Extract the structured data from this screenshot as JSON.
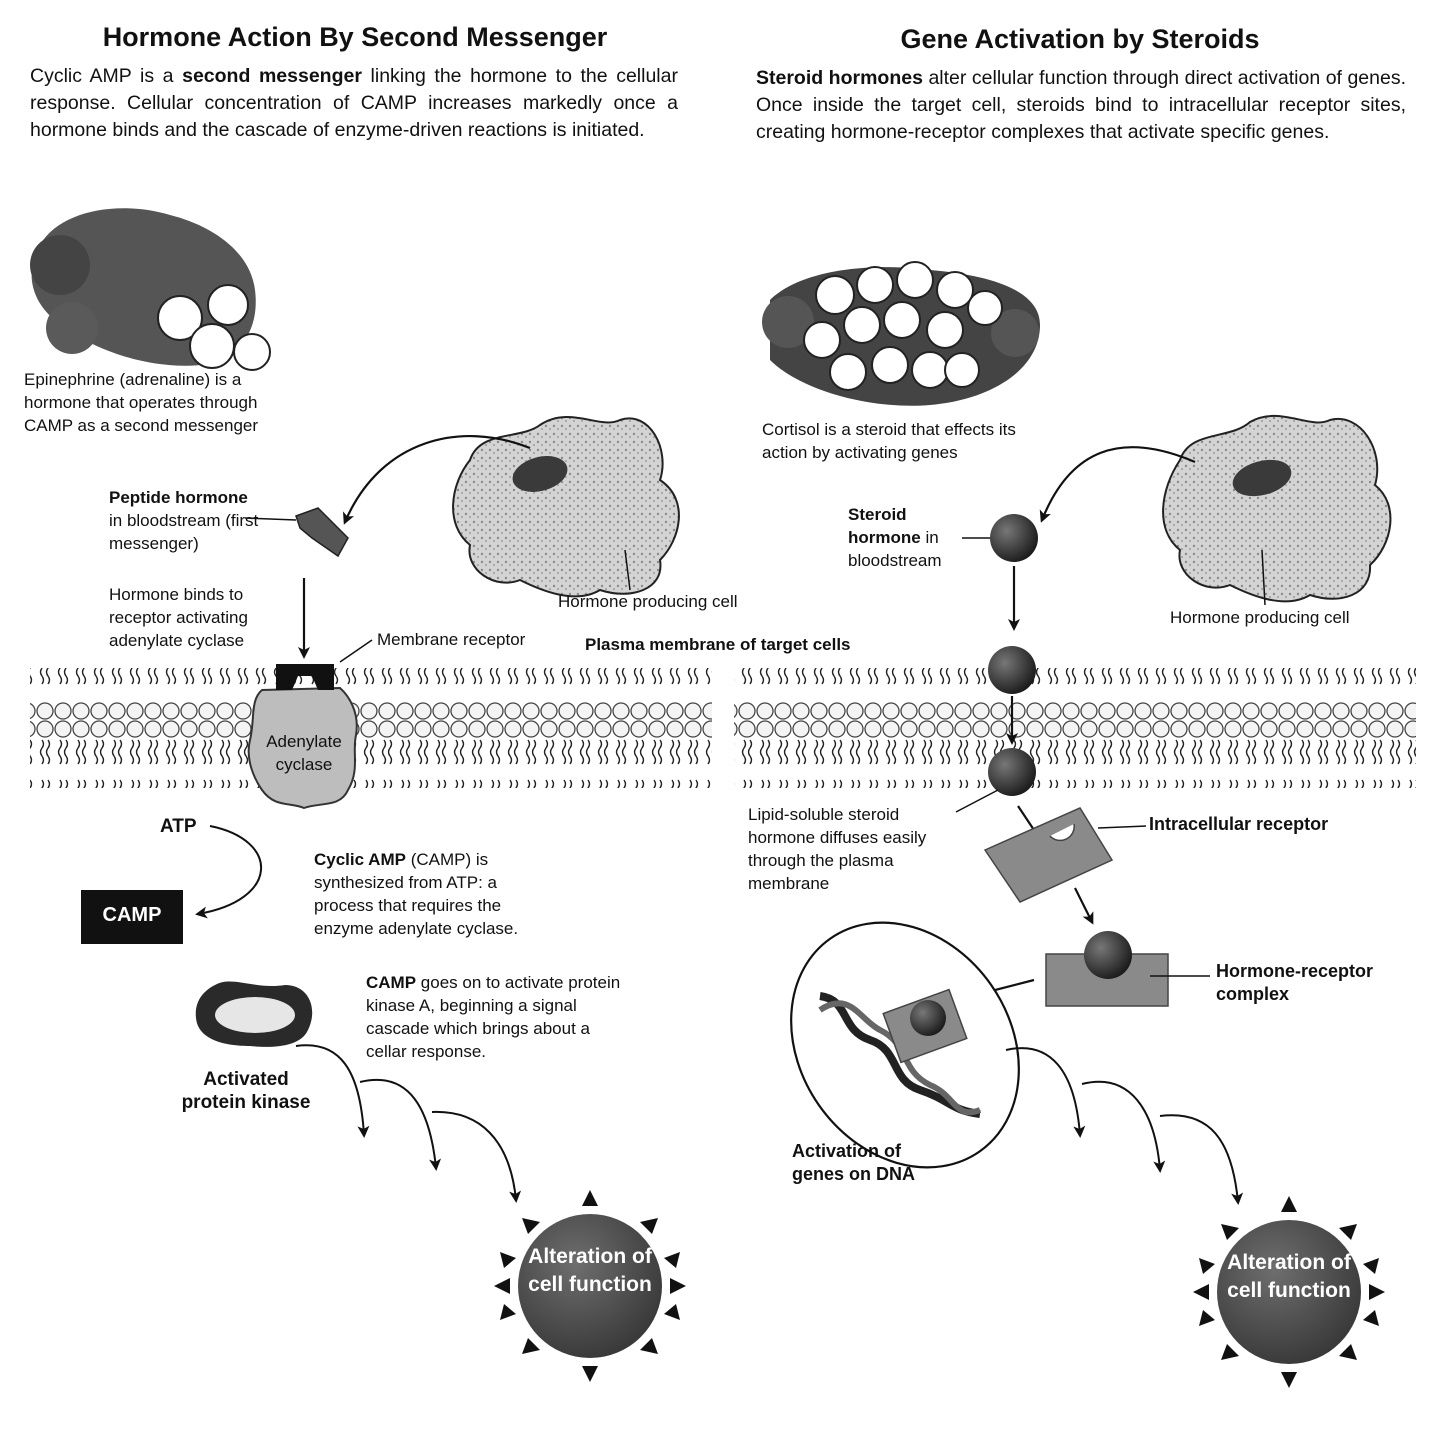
{
  "left": {
    "title": "Hormone Action By Second Messenger",
    "intro": {
      "pre": "Cyclic AMP is a ",
      "bold": "second messenger",
      "post": " linking the hormone to the cellular response. Cellular concentration of CAMP increases markedly once a hormone binds and the cascade of enzyme-driven reactions is initiated."
    },
    "epinephrine_caption": "Epinephrine (adrenaline) is a hormone that operates through CAMP as a second messenger",
    "peptide_bold": "Peptide hormone",
    "peptide_rest": "in bloodstream (first messenger)",
    "producing_cell": "Hormone producing cell",
    "binds_label": "Hormone binds to receptor activating adenylate cyclase",
    "membrane_receptor": "Membrane receptor",
    "adenylate": "Adenylate cyclase",
    "atp": "ATP",
    "camp": "CAMP",
    "cyclic_bold": "Cyclic AMP",
    "cyclic_rest": " (CAMP) is synthesized from ATP: a process that requires the enzyme adenylate cyclase.",
    "camp_bold": "CAMP",
    "camp_rest": " goes on to activate protein kinase A, beginning a signal cascade which brings about a cellar response.",
    "kinase": "Activated protein kinase",
    "alteration": "Alteration of cell function"
  },
  "middle": {
    "plasma_membrane": "Plasma membrane of target cells"
  },
  "right": {
    "title": "Gene Activation by Steroids",
    "intro": {
      "bold": "Steroid hormones",
      "post": " alter cellular function through direct activation of genes. Once inside the target cell, steroids bind to intracellular receptor sites, creating hormone-receptor complexes that activate specific genes."
    },
    "cortisol_caption": "Cortisol is a steroid that effects its action by activating genes",
    "steroid_bold": "Steroid hormone",
    "steroid_rest": " in bloodstream",
    "producing_cell": "Hormone producing cell",
    "lipid_label": "Lipid-soluble steroid hormone diffuses easily through the plasma membrane",
    "intracellular": "Intracellular receptor",
    "complex": "Hormone-receptor complex",
    "genes": "Activation of genes on DNA",
    "alteration": "Alteration of cell function"
  },
  "colors": {
    "ink": "#111111",
    "cell_fill": "#cfcfcf",
    "receptor": "#8a8a8a",
    "sun": "#555555"
  }
}
